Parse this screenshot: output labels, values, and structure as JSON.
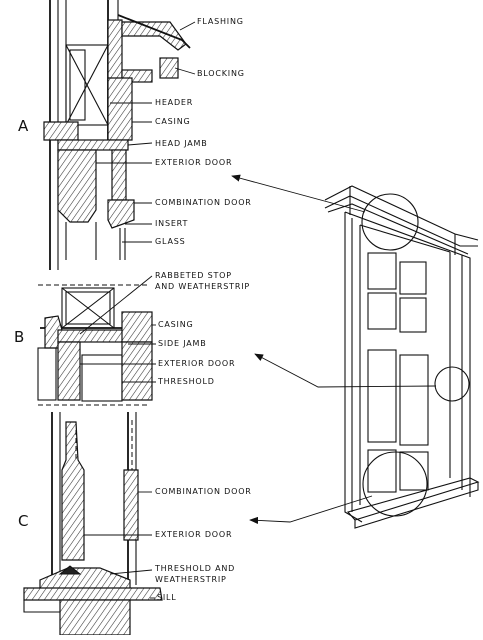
{
  "sections": {
    "a": {
      "letter": "A",
      "labels": [
        "FLASHING",
        "BLOCKING",
        "HEADER",
        "CASING",
        "HEAD JAMB",
        "EXTERIOR DOOR",
        "COMBINATION DOOR",
        "INSERT",
        "GLASS"
      ]
    },
    "b": {
      "letter": "B",
      "labels": [
        "RABBETED STOP",
        "AND WEATHERSTRIP",
        "CASING",
        "SIDE JAMB",
        "EXTERIOR DOOR",
        "THRESHOLD"
      ]
    },
    "c": {
      "letter": "C",
      "labels": [
        "COMBINATION DOOR",
        "EXTERIOR DOOR",
        "THRESHOLD AND",
        "WEATHERSTRIP",
        "SILL"
      ]
    }
  }
}
